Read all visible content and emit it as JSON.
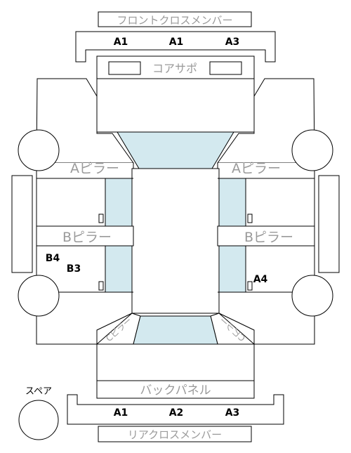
{
  "labels": {
    "front_cross_member": "フロントクロスメンバー",
    "core_support": "コアサポ",
    "a_pillar_left": "Aピラー",
    "a_pillar_right": "Aピラー",
    "b_pillar_left": "Bピラー",
    "b_pillar_right": "Bピラー",
    "c_pillar_left": "Cピラー",
    "c_pillar_right": "Cピラー",
    "back_panel": "バックパネル",
    "rear_cross_member": "リアクロスメンバー",
    "spare": "スペア"
  },
  "front_marks": [
    "A1",
    "A1",
    "A3"
  ],
  "rear_marks": [
    "A1",
    "A2",
    "A3"
  ],
  "side_marks": {
    "b4": "B4",
    "b3": "B3",
    "a4": "A4"
  }
}
